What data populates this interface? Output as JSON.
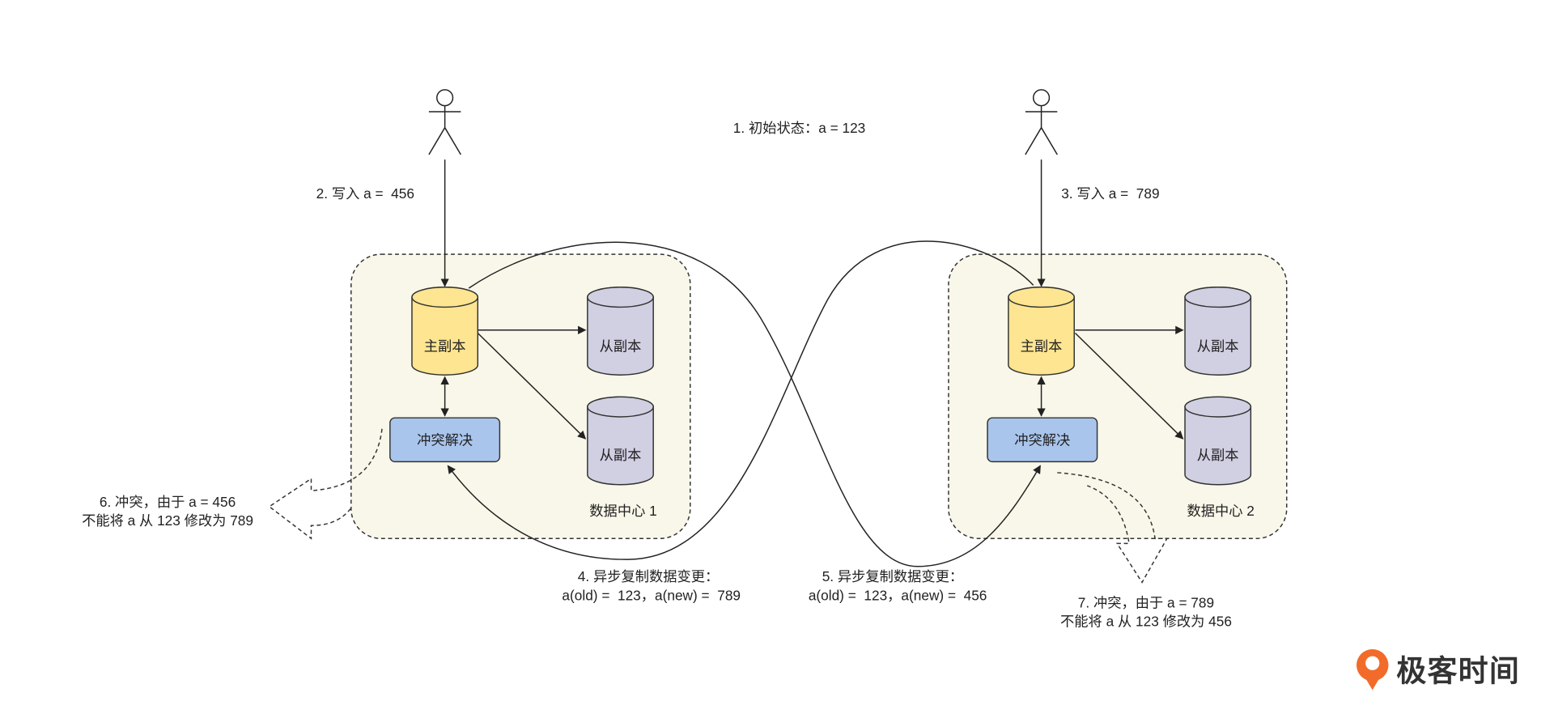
{
  "initial_state": "1. 初始状态：a = 123",
  "write_1": "2. 写入 a =  456",
  "write_2": "3. 写入 a =  789",
  "datacenter_1": {
    "label": "数据中心 1",
    "primary": "主副本",
    "replica_1": "从副本",
    "replica_2": "从副本",
    "conflict": "冲突解决"
  },
  "datacenter_2": {
    "label": "数据中心 2",
    "primary": "主副本",
    "replica_1": "从副本",
    "replica_2": "从副本",
    "conflict": "冲突解决"
  },
  "replication_4": {
    "line1": "4. 异步复制数据变更：",
    "line2": "a(old) =  123，a(new) =  789"
  },
  "replication_5": {
    "line1": "5. 异步复制数据变更：",
    "line2": "a(old) =  123，a(new) =  456"
  },
  "conflict_6": {
    "line1": "6. 冲突，由于 a = 456",
    "line2": "不能将 a 从 123 修改为 789"
  },
  "conflict_7": {
    "line1": "7. 冲突，由于 a = 789",
    "line2": "不能将 a 从 123 修改为 456"
  },
  "logo": {
    "text": "极客时间",
    "icon": "geektime-logo-icon"
  },
  "colors": {
    "primary_fill": "#fde591",
    "replica_fill": "#d1cfe2",
    "conflict_fill": "#a9c5ec",
    "datacenter_fill": "#f9f7e9",
    "logo": "#f26b2a"
  }
}
